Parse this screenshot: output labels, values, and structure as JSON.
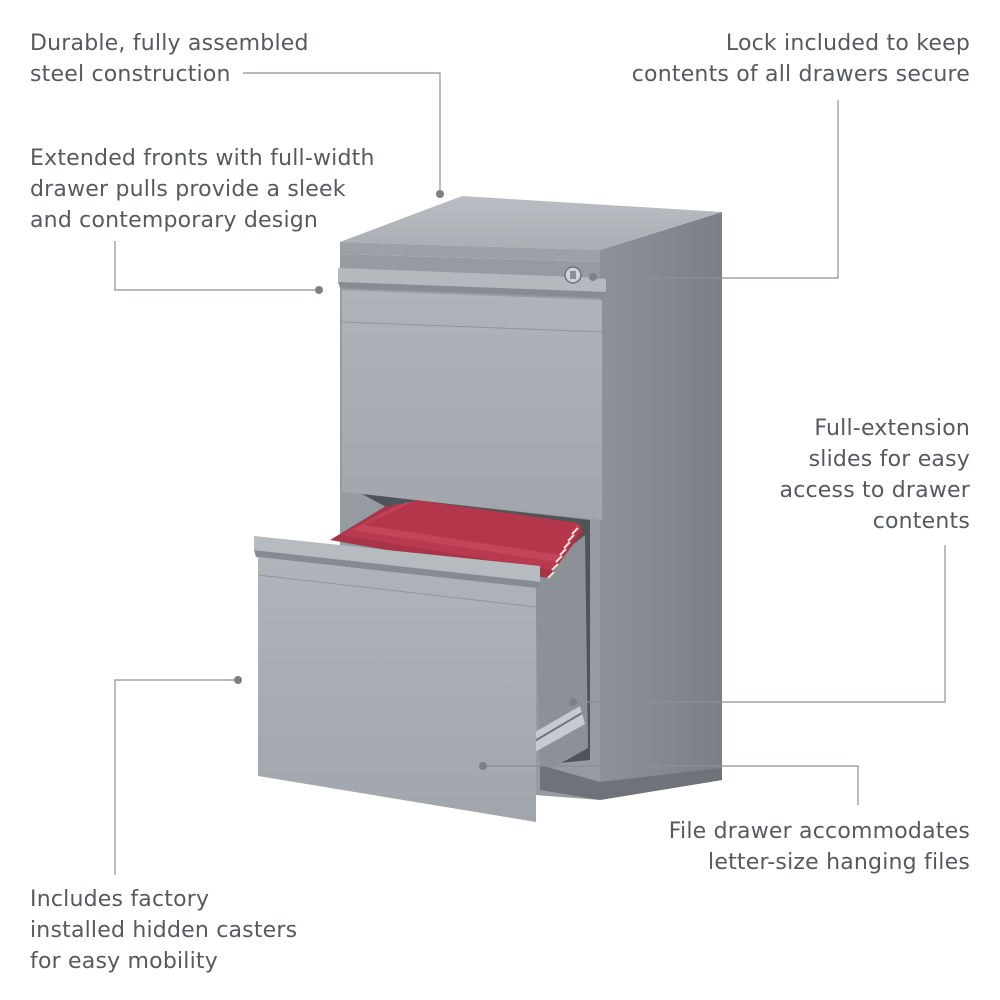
{
  "callouts": {
    "steel": [
      "Durable, fully assembled",
      "steel construction"
    ],
    "fronts": [
      "Extended fronts with full-width",
      "drawer pulls provide a sleek",
      "and contemporary design"
    ],
    "casters": [
      "Includes factory",
      "installed hidden casters",
      "for easy mobility"
    ],
    "lock": [
      "Lock included to keep",
      "contents of all drawers secure"
    ],
    "slides": [
      "Full-extension",
      "slides for easy",
      "access to drawer",
      "contents"
    ],
    "files": [
      "File drawer accommodates",
      "letter-size hanging files"
    ]
  },
  "colors": {
    "cabinet_light": "#a9afb5",
    "cabinet_mid": "#979da3",
    "cabinet_dark": "#7f858b",
    "folders": "#b3364b",
    "text": "#555a60"
  },
  "icons": {
    "lock": "keyed-lock-icon"
  }
}
